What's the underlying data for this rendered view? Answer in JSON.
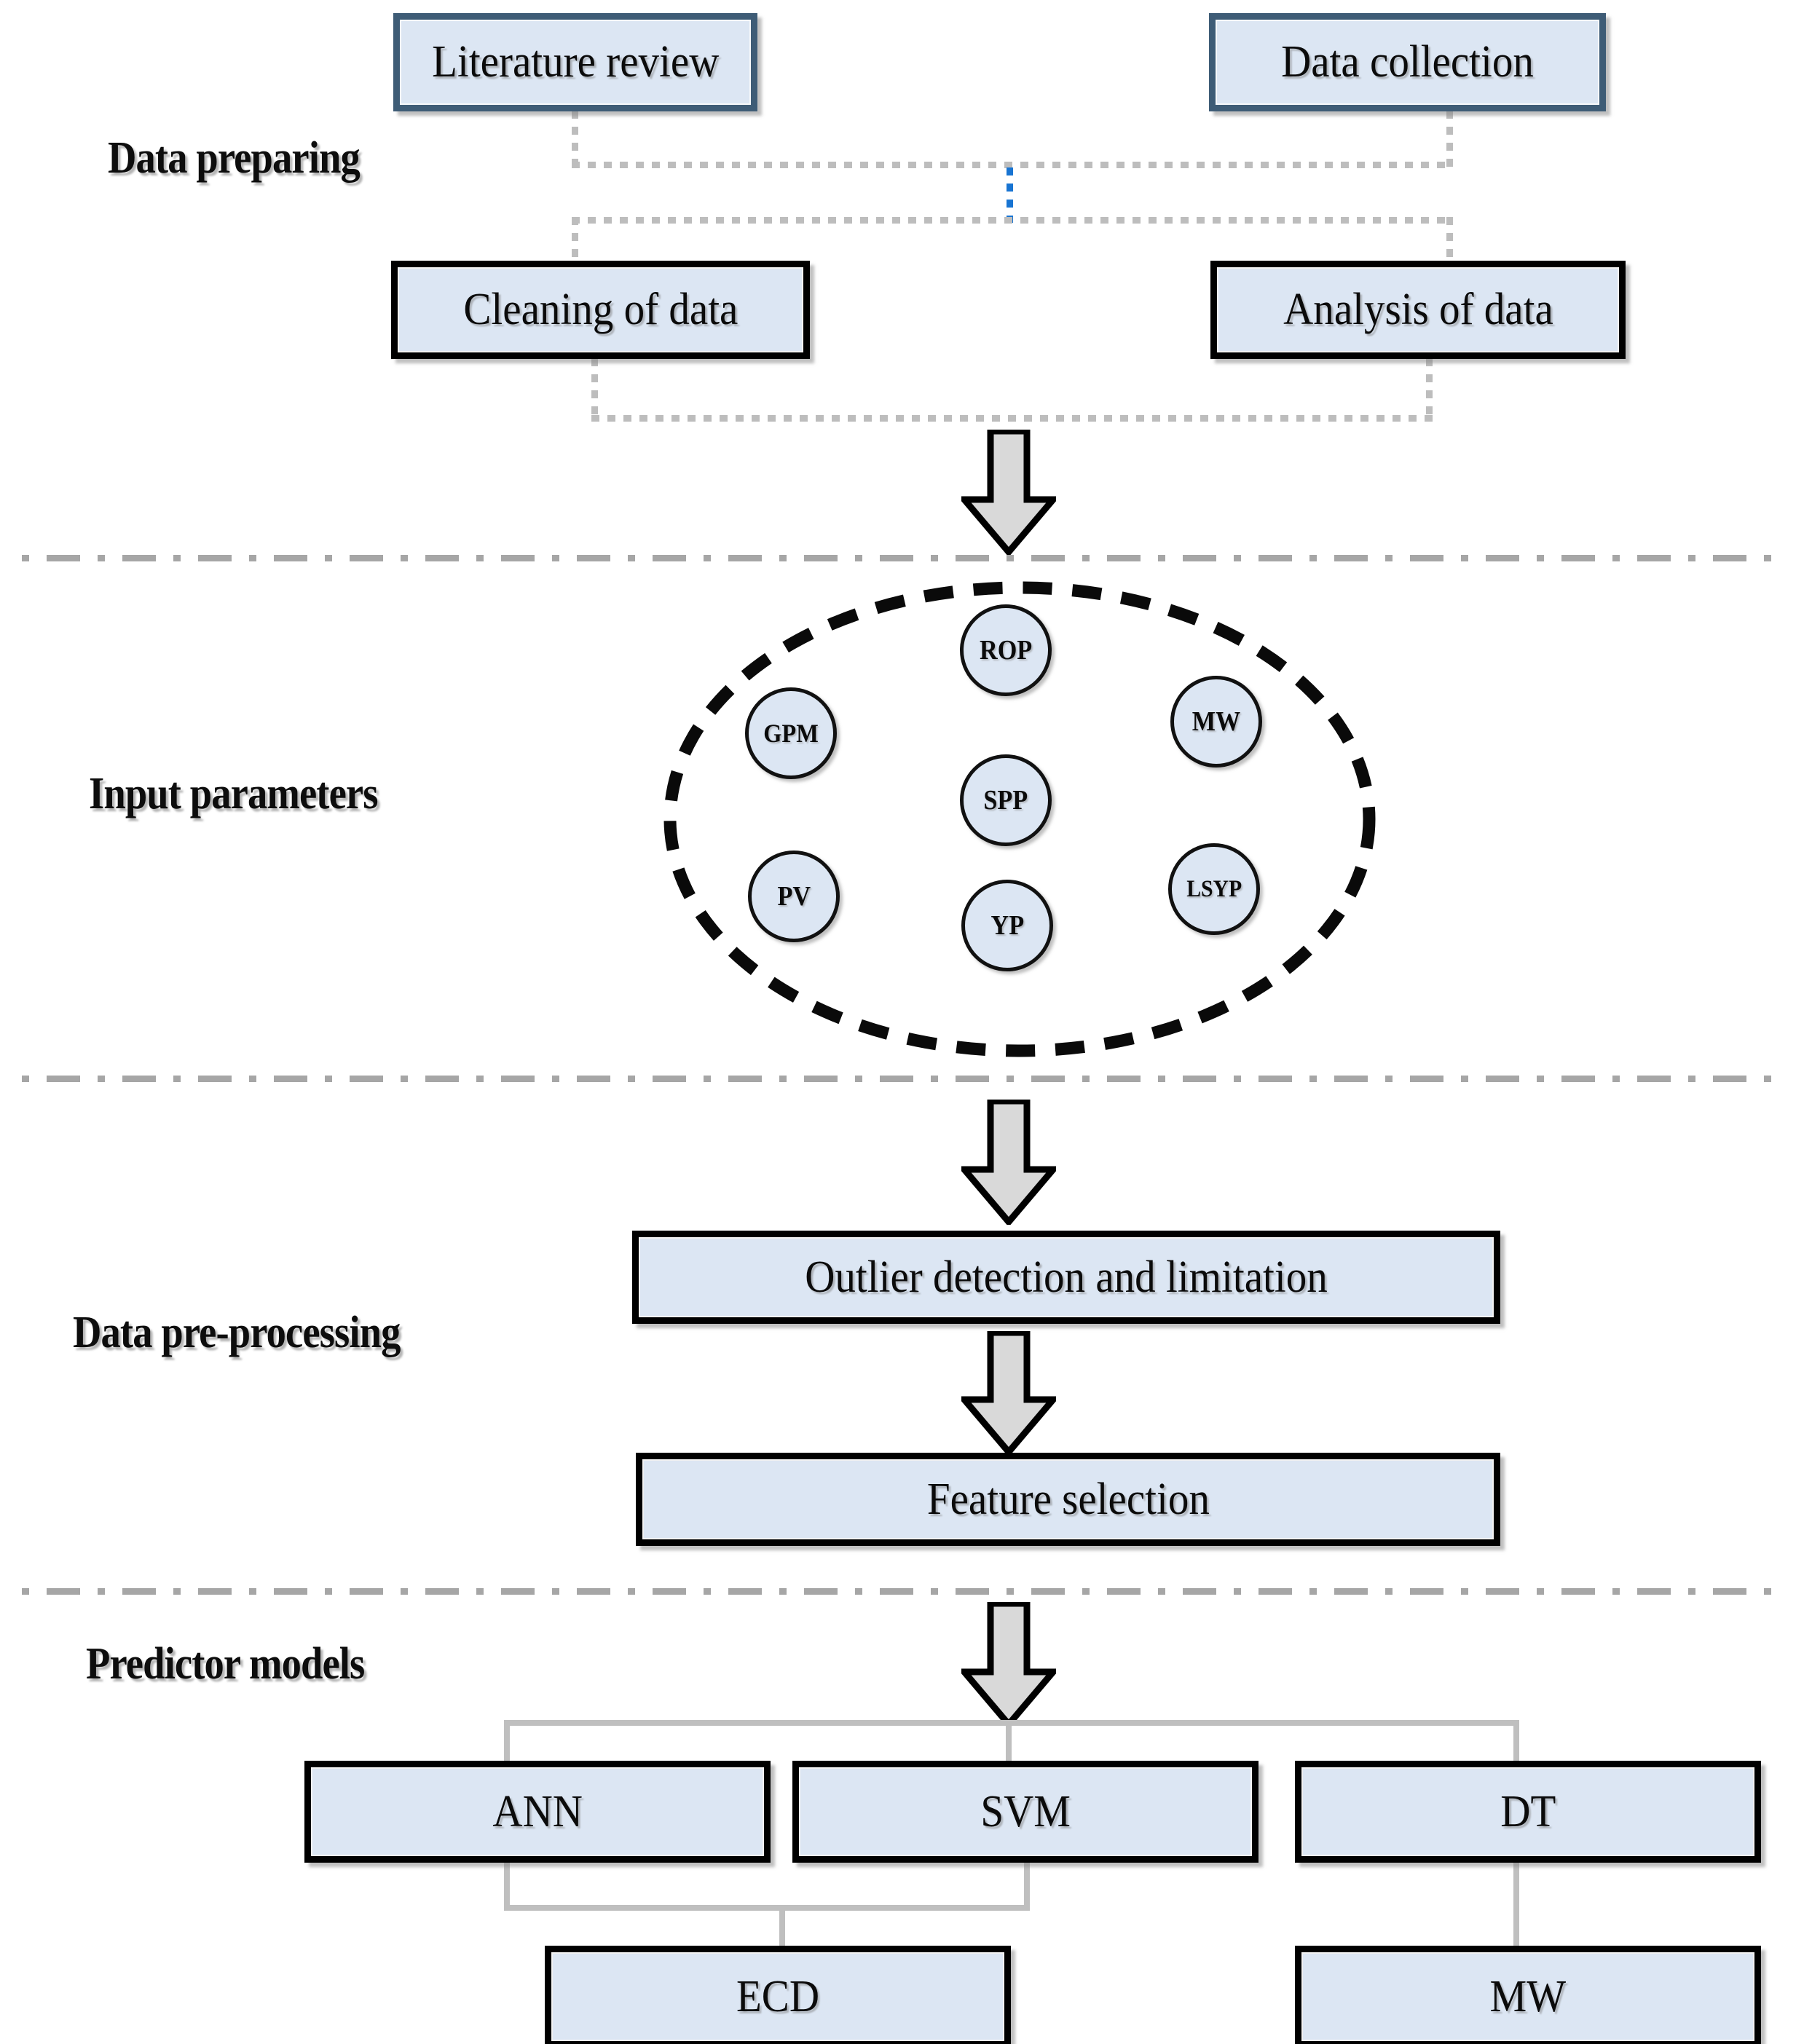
{
  "diagram": {
    "title": "Research workflow flowchart",
    "colors": {
      "box_fill": "#dce6f3",
      "box_border_black": "#000000",
      "box_border_navy": "#3e5c76",
      "connector_gray": "#bfbfbf",
      "divider_gray": "#a6a6a6",
      "accent_blue": "#1874d2",
      "arrow_fill": "#d9d9d9"
    }
  },
  "sections": [
    {
      "id": "data-preparing",
      "label": "Data preparing"
    },
    {
      "id": "input-parameters",
      "label": "Input parameters"
    },
    {
      "id": "data-pre-processing",
      "label": "Data pre-processing"
    },
    {
      "id": "predictor-models",
      "label": "Predictor models"
    }
  ],
  "data_preparing": {
    "boxes": [
      {
        "id": "literature-review",
        "label": "Literature review",
        "border": "navy"
      },
      {
        "id": "data-collection",
        "label": "Data collection",
        "border": "navy"
      },
      {
        "id": "cleaning-of-data",
        "label": "Cleaning of data",
        "border": "black"
      },
      {
        "id": "analysis-of-data",
        "label": "Analysis of data",
        "border": "black"
      }
    ]
  },
  "input_parameters": {
    "nodes": [
      {
        "id": "rop",
        "label": "ROP"
      },
      {
        "id": "gpm",
        "label": "GPM"
      },
      {
        "id": "mw",
        "label": "MW"
      },
      {
        "id": "spp",
        "label": "SPP"
      },
      {
        "id": "pv",
        "label": "PV"
      },
      {
        "id": "yp",
        "label": "YP"
      },
      {
        "id": "lsyp",
        "label": "LSYP"
      }
    ]
  },
  "data_pre_processing": {
    "boxes": [
      {
        "id": "outlier-detection",
        "label": "Outlier detection and limitation"
      },
      {
        "id": "feature-selection",
        "label": "Feature selection"
      }
    ]
  },
  "predictor_models": {
    "boxes": [
      {
        "id": "ann",
        "label": "ANN"
      },
      {
        "id": "svm",
        "label": "SVM"
      },
      {
        "id": "dt",
        "label": "DT"
      },
      {
        "id": "ecd",
        "label": "ECD"
      },
      {
        "id": "mw",
        "label": "MW"
      }
    ]
  }
}
